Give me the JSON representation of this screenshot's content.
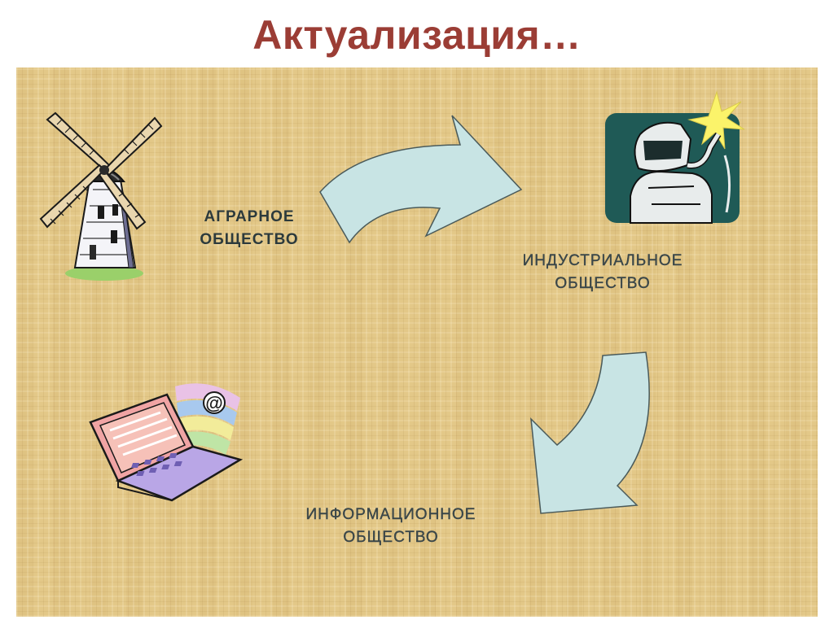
{
  "title": "Актуализация…",
  "stages": {
    "agrarian": {
      "line1": "АГРАРНОЕ",
      "line2": "ОБЩЕСТВО",
      "icon": "windmill-icon"
    },
    "industrial": {
      "line1": "ИНДУСТРИАЛЬНОЕ",
      "line2": "ОБЩЕСТВО",
      "icon": "welder-icon"
    },
    "information": {
      "line1": "ИНФОРМАЦИОННОЕ",
      "line2": "ОБЩЕСТВО",
      "icon": "laptop-email-icon"
    }
  },
  "colors": {
    "title": "#9b3d35",
    "background": "#e3c888",
    "arrow_fill": "#c8e4e4",
    "label_text": "#2c3a3c"
  }
}
